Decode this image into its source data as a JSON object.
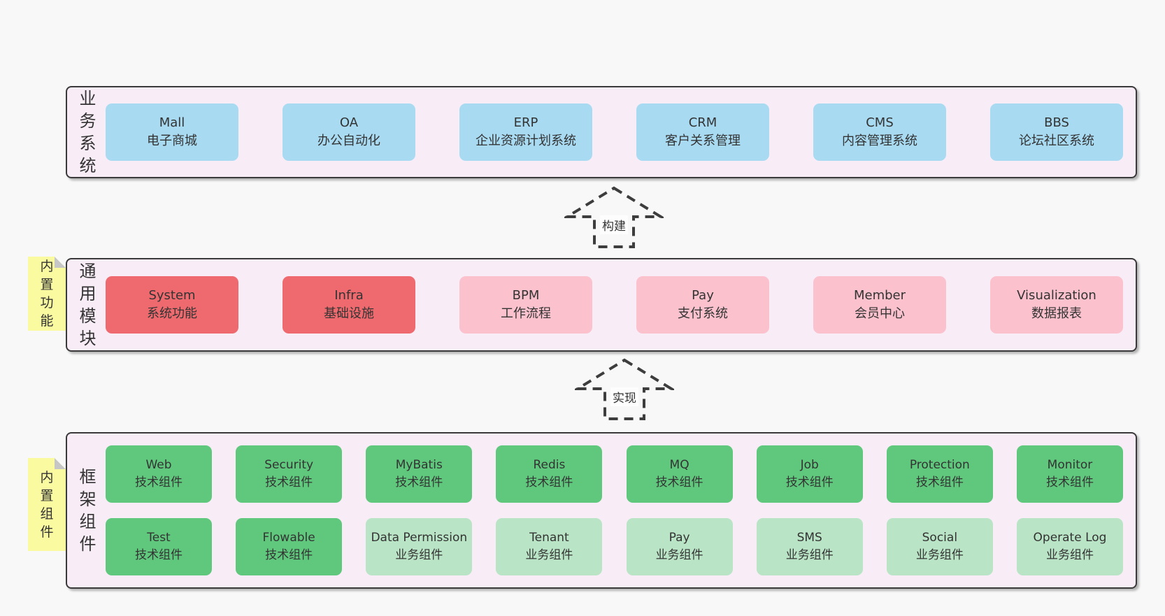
{
  "colors": {
    "band_bg": "#f8edf6",
    "band_border": "#3a3a3a",
    "blue": "#a8daf2",
    "red": "#ee6a6e",
    "pink": "#fbc2ce",
    "green": "#5fc87d",
    "light_green": "#b9e4c5",
    "sticky_yellow": "#fafaa1",
    "text": "#333333",
    "page_bg": "#f8f8f8"
  },
  "bands": [
    {
      "label": "业务系统",
      "boxes": [
        {
          "name": "Mall",
          "desc": "电子商城"
        },
        {
          "name": "OA",
          "desc": "办公自动化"
        },
        {
          "name": "ERP",
          "desc": "企业资源计划系统"
        },
        {
          "name": "CRM",
          "desc": "客户关系管理"
        },
        {
          "name": "CMS",
          "desc": "内容管理系统"
        },
        {
          "name": "BBS",
          "desc": "论坛社区系统"
        }
      ]
    },
    {
      "label": "通用模块",
      "sticky": "内置功能",
      "boxes": [
        {
          "name": "System",
          "desc": "系统功能"
        },
        {
          "name": "Infra",
          "desc": "基础设施"
        },
        {
          "name": "BPM",
          "desc": "工作流程"
        },
        {
          "name": "Pay",
          "desc": "支付系统"
        },
        {
          "name": "Member",
          "desc": "会员中心"
        },
        {
          "name": "Visualization",
          "desc": "数据报表"
        }
      ]
    },
    {
      "label": "框架组件",
      "sticky": "内置组件",
      "rows": [
        [
          {
            "name": "Web",
            "desc": "技术组件"
          },
          {
            "name": "Security",
            "desc": "技术组件"
          },
          {
            "name": "MyBatis",
            "desc": "技术组件"
          },
          {
            "name": "Redis",
            "desc": "技术组件"
          },
          {
            "name": "MQ",
            "desc": "技术组件"
          },
          {
            "name": "Job",
            "desc": "技术组件"
          },
          {
            "name": "Protection",
            "desc": "技术组件"
          },
          {
            "name": "Monitor",
            "desc": "技术组件"
          }
        ],
        [
          {
            "name": "Test",
            "desc": "技术组件"
          },
          {
            "name": "Flowable",
            "desc": "技术组件"
          },
          {
            "name": "Data Permission",
            "desc": "业务组件"
          },
          {
            "name": "Tenant",
            "desc": "业务组件"
          },
          {
            "name": "Pay",
            "desc": "业务组件"
          },
          {
            "name": "SMS",
            "desc": "业务组件"
          },
          {
            "name": "Social",
            "desc": "业务组件"
          },
          {
            "name": "Operate Log",
            "desc": "业务组件"
          }
        ]
      ]
    }
  ],
  "arrows": [
    {
      "label": "构建"
    },
    {
      "label": "实现"
    }
  ]
}
